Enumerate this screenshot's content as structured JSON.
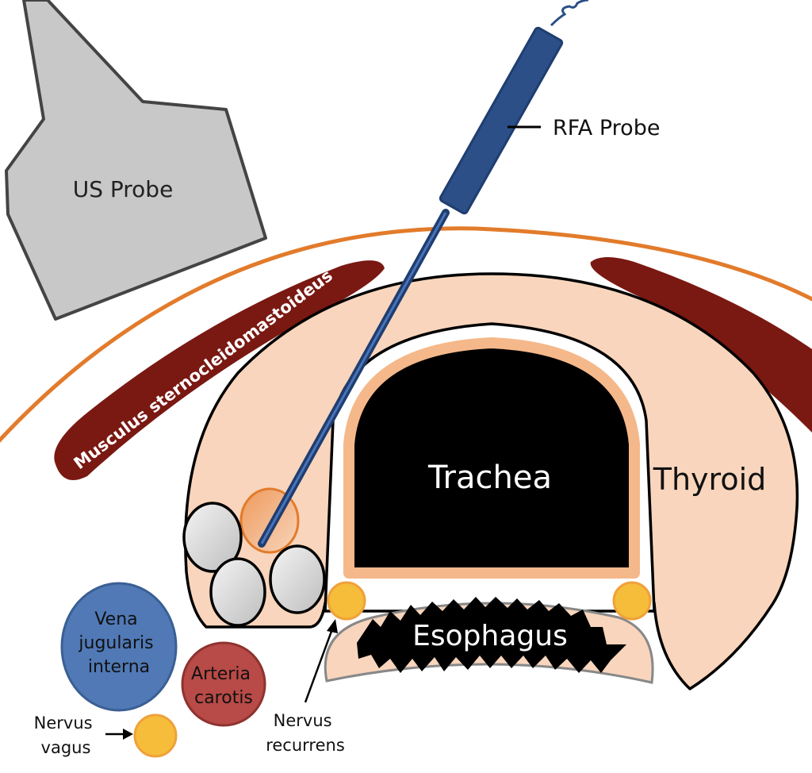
{
  "labels": {
    "us_probe": "US Probe",
    "rfa_probe": "RFA Probe",
    "muscle": "Musculus sternocleidomastoideus",
    "trachea": "Trachea",
    "thyroid": "Thyroid",
    "esophagus": "Esophagus",
    "vena": [
      "Vena",
      "jugularis",
      "interna"
    ],
    "arteria": [
      "Arteria",
      "carotis"
    ],
    "nervus_vagus": [
      "Nervus",
      "vagus"
    ],
    "nervus_recurrens": [
      "Nervus",
      "recurrens"
    ]
  },
  "colors": {
    "us_probe": "#c8c8c8",
    "rfa_probe": "#2b4f86",
    "skin": "#e27b2b",
    "muscle": "#7a1812",
    "tissue": "#f8d5bc",
    "trachea_ring": "#f5b88a",
    "nerve": "#f5bd3a",
    "vena": "#5079b6",
    "arteria": "#b84a47"
  }
}
